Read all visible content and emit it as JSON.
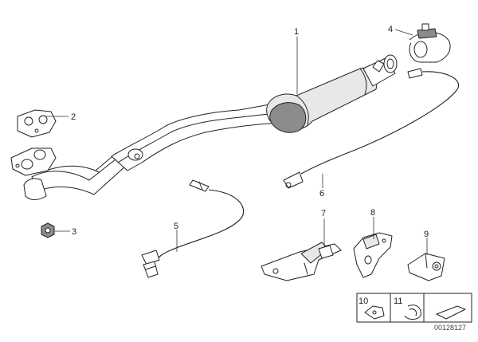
{
  "diagram": {
    "callouts": [
      "1",
      "2",
      "3",
      "4",
      "5",
      "6",
      "7",
      "8",
      "9",
      "10",
      "11"
    ],
    "doc_number": "00128127"
  }
}
